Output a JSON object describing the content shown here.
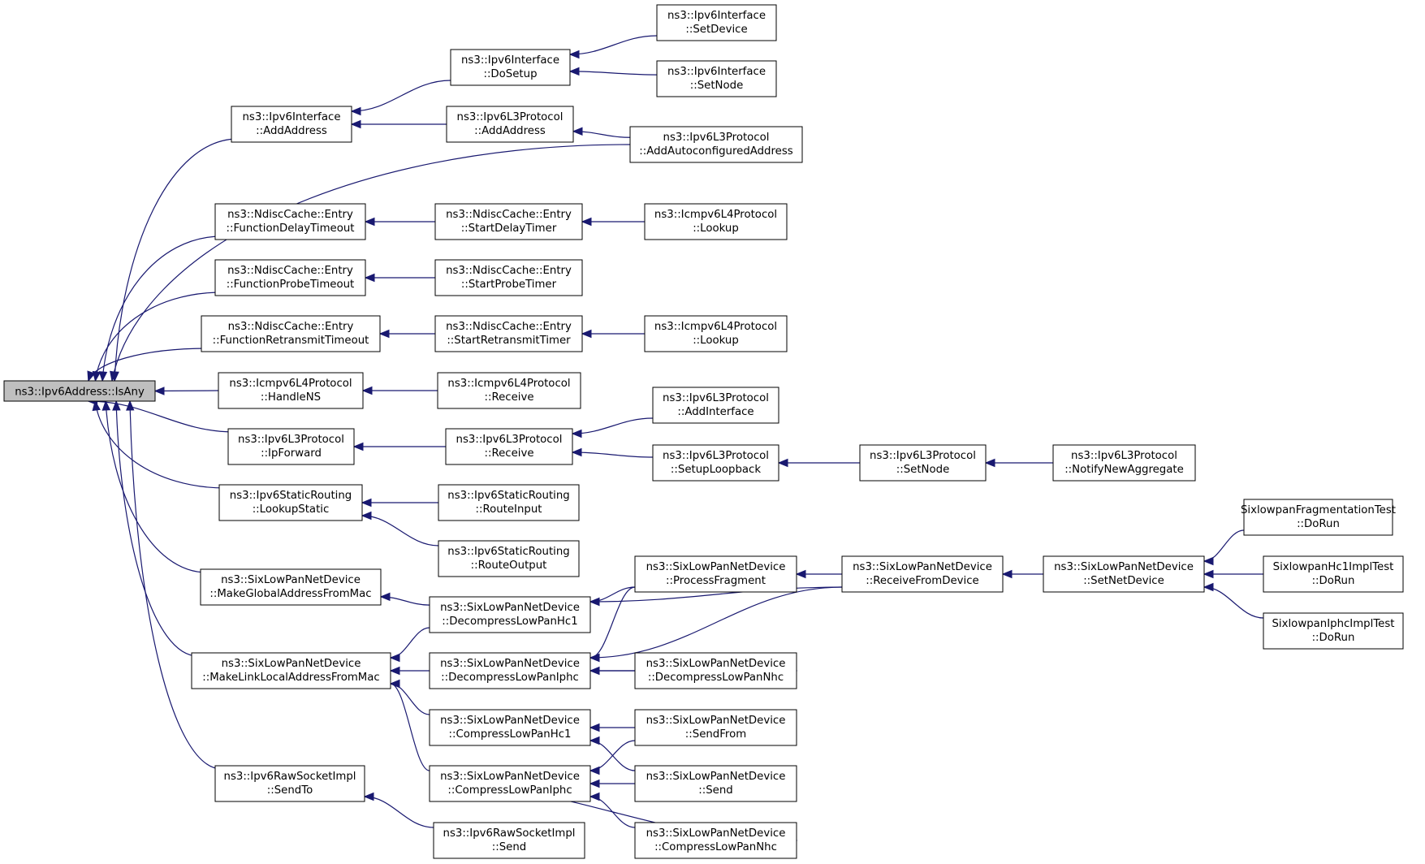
{
  "diagram": {
    "type": "caller-graph",
    "colors": {
      "edge": "#191970",
      "root_fill": "#bfbfbf",
      "node_fill": "#ffffff",
      "border": "#000000"
    },
    "nodes": {
      "root": [
        "ns3::Ipv6Address::IsAny"
      ],
      "n1": [
        "ns3::Ipv6Interface",
        "::AddAddress"
      ],
      "n2": [
        "ns3::Ipv6Interface",
        "::DoSetup"
      ],
      "n3": [
        "ns3::Ipv6Interface",
        "::SetDevice"
      ],
      "n4": [
        "ns3::Ipv6Interface",
        "::SetNode"
      ],
      "n5": [
        "ns3::Ipv6L3Protocol",
        "::AddAddress"
      ],
      "n6": [
        "ns3::Ipv6L3Protocol",
        "::AddAutoconfiguredAddress"
      ],
      "n7": [
        "ns3::NdiscCache::Entry",
        "::FunctionDelayTimeout"
      ],
      "n8": [
        "ns3::NdiscCache::Entry",
        "::StartDelayTimer"
      ],
      "n9": [
        "ns3::Icmpv6L4Protocol",
        "::Lookup"
      ],
      "n10": [
        "ns3::NdiscCache::Entry",
        "::FunctionProbeTimeout"
      ],
      "n11": [
        "ns3::NdiscCache::Entry",
        "::StartProbeTimer"
      ],
      "n12": [
        "ns3::NdiscCache::Entry",
        "::FunctionRetransmitTimeout"
      ],
      "n13": [
        "ns3::NdiscCache::Entry",
        "::StartRetransmitTimer"
      ],
      "n14": [
        "ns3::Icmpv6L4Protocol",
        "::Lookup"
      ],
      "n15": [
        "ns3::Icmpv6L4Protocol",
        "::HandleNS"
      ],
      "n16": [
        "ns3::Icmpv6L4Protocol",
        "::Receive"
      ],
      "n17": [
        "ns3::Ipv6L3Protocol",
        "::IpForward"
      ],
      "n18": [
        "ns3::Ipv6L3Protocol",
        "::Receive"
      ],
      "n19": [
        "ns3::Ipv6L3Protocol",
        "::AddInterface"
      ],
      "n20": [
        "ns3::Ipv6L3Protocol",
        "::SetupLoopback"
      ],
      "n21": [
        "ns3::Ipv6L3Protocol",
        "::SetNode"
      ],
      "n22": [
        "ns3::Ipv6L3Protocol",
        "::NotifyNewAggregate"
      ],
      "n23": [
        "ns3::Ipv6StaticRouting",
        "::LookupStatic"
      ],
      "n24": [
        "ns3::Ipv6StaticRouting",
        "::RouteInput"
      ],
      "n25": [
        "ns3::Ipv6StaticRouting",
        "::RouteOutput"
      ],
      "n26": [
        "ns3::SixLowPanNetDevice",
        "::MakeGlobalAddressFromMac"
      ],
      "n27": [
        "ns3::SixLowPanNetDevice",
        "::DecompressLowPanHc1"
      ],
      "n28": [
        "ns3::SixLowPanNetDevice",
        "::ProcessFragment"
      ],
      "n29": [
        "ns3::SixLowPanNetDevice",
        "::ReceiveFromDevice"
      ],
      "n30": [
        "ns3::SixLowPanNetDevice",
        "::SetNetDevice"
      ],
      "n31": [
        "SixlowpanFragmentationTest",
        "::DoRun"
      ],
      "n32": [
        "SixlowpanHc1ImplTest",
        "::DoRun"
      ],
      "n33": [
        "SixlowpanIphcImplTest",
        "::DoRun"
      ],
      "n34": [
        "ns3::SixLowPanNetDevice",
        "::MakeLinkLocalAddressFromMac"
      ],
      "n35": [
        "ns3::SixLowPanNetDevice",
        "::DecompressLowPanIphc"
      ],
      "n36": [
        "ns3::SixLowPanNetDevice",
        "::DecompressLowPanNhc"
      ],
      "n37": [
        "ns3::SixLowPanNetDevice",
        "::CompressLowPanHc1"
      ],
      "n38": [
        "ns3::SixLowPanNetDevice",
        "::SendFrom"
      ],
      "n39": [
        "ns3::SixLowPanNetDevice",
        "::CompressLowPanIphc"
      ],
      "n40": [
        "ns3::SixLowPanNetDevice",
        "::Send"
      ],
      "n41": [
        "ns3::SixLowPanNetDevice",
        "::CompressLowPanNhc"
      ],
      "n42": [
        "ns3::Ipv6RawSocketImpl",
        "::SendTo"
      ],
      "n43": [
        "ns3::Ipv6RawSocketImpl",
        "::Send"
      ]
    },
    "edges": [
      [
        "root",
        "n1"
      ],
      [
        "root",
        "n6"
      ],
      [
        "root",
        "n7"
      ],
      [
        "root",
        "n10"
      ],
      [
        "root",
        "n12"
      ],
      [
        "root",
        "n15"
      ],
      [
        "root",
        "n17"
      ],
      [
        "root",
        "n23"
      ],
      [
        "root",
        "n26"
      ],
      [
        "root",
        "n34"
      ],
      [
        "root",
        "n42"
      ],
      [
        "n1",
        "n2"
      ],
      [
        "n1",
        "n5"
      ],
      [
        "n2",
        "n3"
      ],
      [
        "n2",
        "n4"
      ],
      [
        "n5",
        "n6"
      ],
      [
        "n7",
        "n8"
      ],
      [
        "n8",
        "n9"
      ],
      [
        "n10",
        "n11"
      ],
      [
        "n12",
        "n13"
      ],
      [
        "n13",
        "n14"
      ],
      [
        "n15",
        "n16"
      ],
      [
        "n17",
        "n18"
      ],
      [
        "n18",
        "n19"
      ],
      [
        "n18",
        "n20"
      ],
      [
        "n20",
        "n21"
      ],
      [
        "n21",
        "n22"
      ],
      [
        "n23",
        "n24"
      ],
      [
        "n23",
        "n25"
      ],
      [
        "n26",
        "n27"
      ],
      [
        "n27",
        "n28"
      ],
      [
        "n27",
        "n29"
      ],
      [
        "n28",
        "n29"
      ],
      [
        "n29",
        "n30"
      ],
      [
        "n30",
        "n31"
      ],
      [
        "n30",
        "n32"
      ],
      [
        "n30",
        "n33"
      ],
      [
        "n34",
        "n27"
      ],
      [
        "n34",
        "n35"
      ],
      [
        "n34",
        "n37"
      ],
      [
        "n34",
        "n39"
      ],
      [
        "n35",
        "n28"
      ],
      [
        "n35",
        "n29"
      ],
      [
        "n35",
        "n36"
      ],
      [
        "n36",
        "n35"
      ],
      [
        "n37",
        "n38"
      ],
      [
        "n37",
        "n40"
      ],
      [
        "n39",
        "n38"
      ],
      [
        "n39",
        "n40"
      ],
      [
        "n39",
        "n41"
      ],
      [
        "n41",
        "n39"
      ],
      [
        "n42",
        "n43"
      ]
    ]
  }
}
